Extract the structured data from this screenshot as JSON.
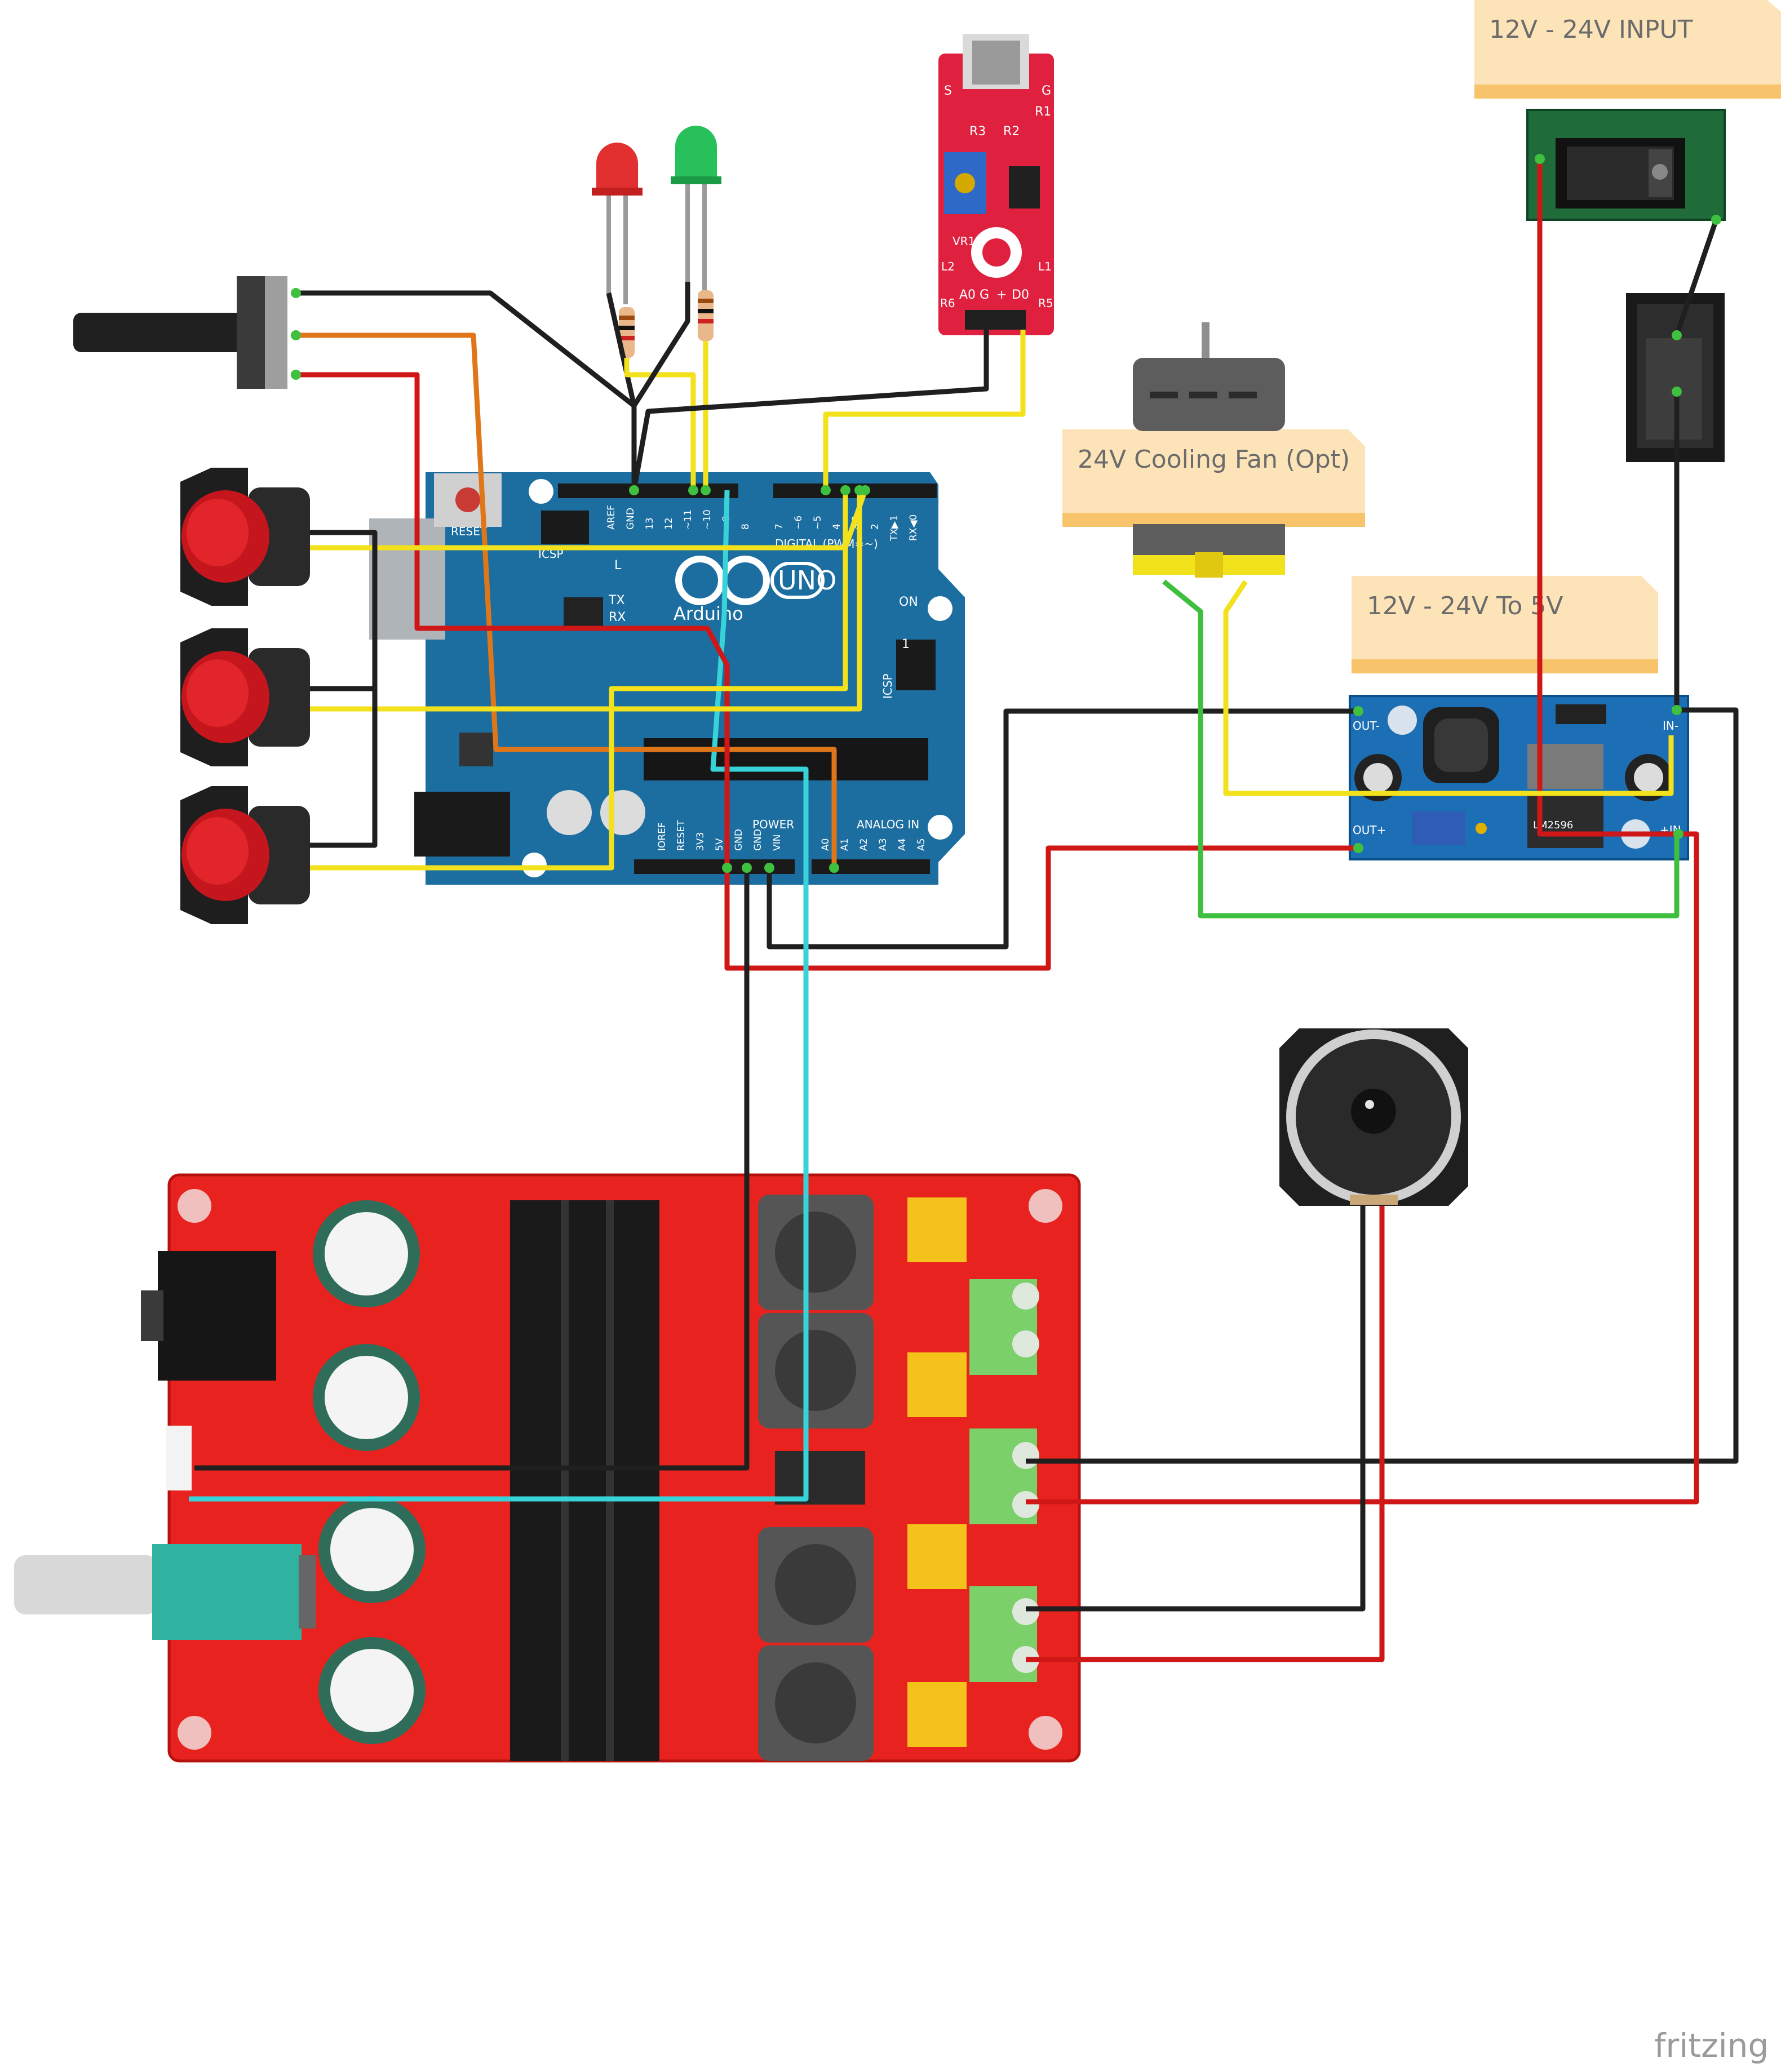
{
  "notes": {
    "power_input": "12V - 24V INPUT",
    "cooling_fan": "24V Cooling Fan (Opt)",
    "buck_converter": "12V - 24V To 5V"
  },
  "arduino": {
    "reset": "RESET",
    "icsp1": "ICSP",
    "l": "L",
    "tx": "TX",
    "rx": "RX",
    "logo": "Arduino",
    "uno": "UNO",
    "on": "ON",
    "digital": "DIGITAL (PWM=~)",
    "power": "POWER",
    "analog": "ANALOG IN",
    "icsp2": "ICSP",
    "aref": "AREF",
    "gnd": "GND",
    "p13": "13",
    "p12": "12",
    "p11": "~11",
    "p10": "~10",
    "p9": "~9",
    "p8": "8",
    "p7": "7",
    "p6": "~6",
    "p5": "~5",
    "p4": "4",
    "p3": "~3",
    "p2": "2",
    "p1": "TX▶1",
    "p0": "RX◀0",
    "ioref": "IOREF",
    "reset_pin": "RESET",
    "v33": "3V3",
    "v5": "5V",
    "gnd1": "GND",
    "gnd2": "GND",
    "vin": "VIN",
    "a0": "A0",
    "a1": "A1",
    "a2": "A2",
    "a3": "A3",
    "a4": "A4",
    "a5": "A5",
    "icsp_one": "1"
  },
  "sensor": {
    "s": "S",
    "g": "G",
    "r1": "R1",
    "r2": "R2",
    "r3": "R3",
    "vr1": "VR1",
    "l1": "L1",
    "l2": "L2",
    "r5": "R5",
    "r6": "R6",
    "a0": "A0",
    "gpin": "G",
    "plus": "+",
    "d0": "D0"
  },
  "buck": {
    "out_minus": "OUT-",
    "out_plus": "OUT+",
    "in_minus": "IN-",
    "in_plus": "+IN",
    "chip": "LM2596"
  },
  "footer": {
    "brand": "fritzing"
  },
  "colors": {
    "board_blue": "#2a7ab0",
    "amp_red": "#e8231f",
    "wire_red": "#d01717",
    "wire_black": "#1f1f1f",
    "wire_yellow": "#f2e11b",
    "wire_orange": "#e0761a",
    "wire_green": "#3fbf3f",
    "wire_cyan": "#38d3d8",
    "note_fill": "#fde3b8"
  }
}
